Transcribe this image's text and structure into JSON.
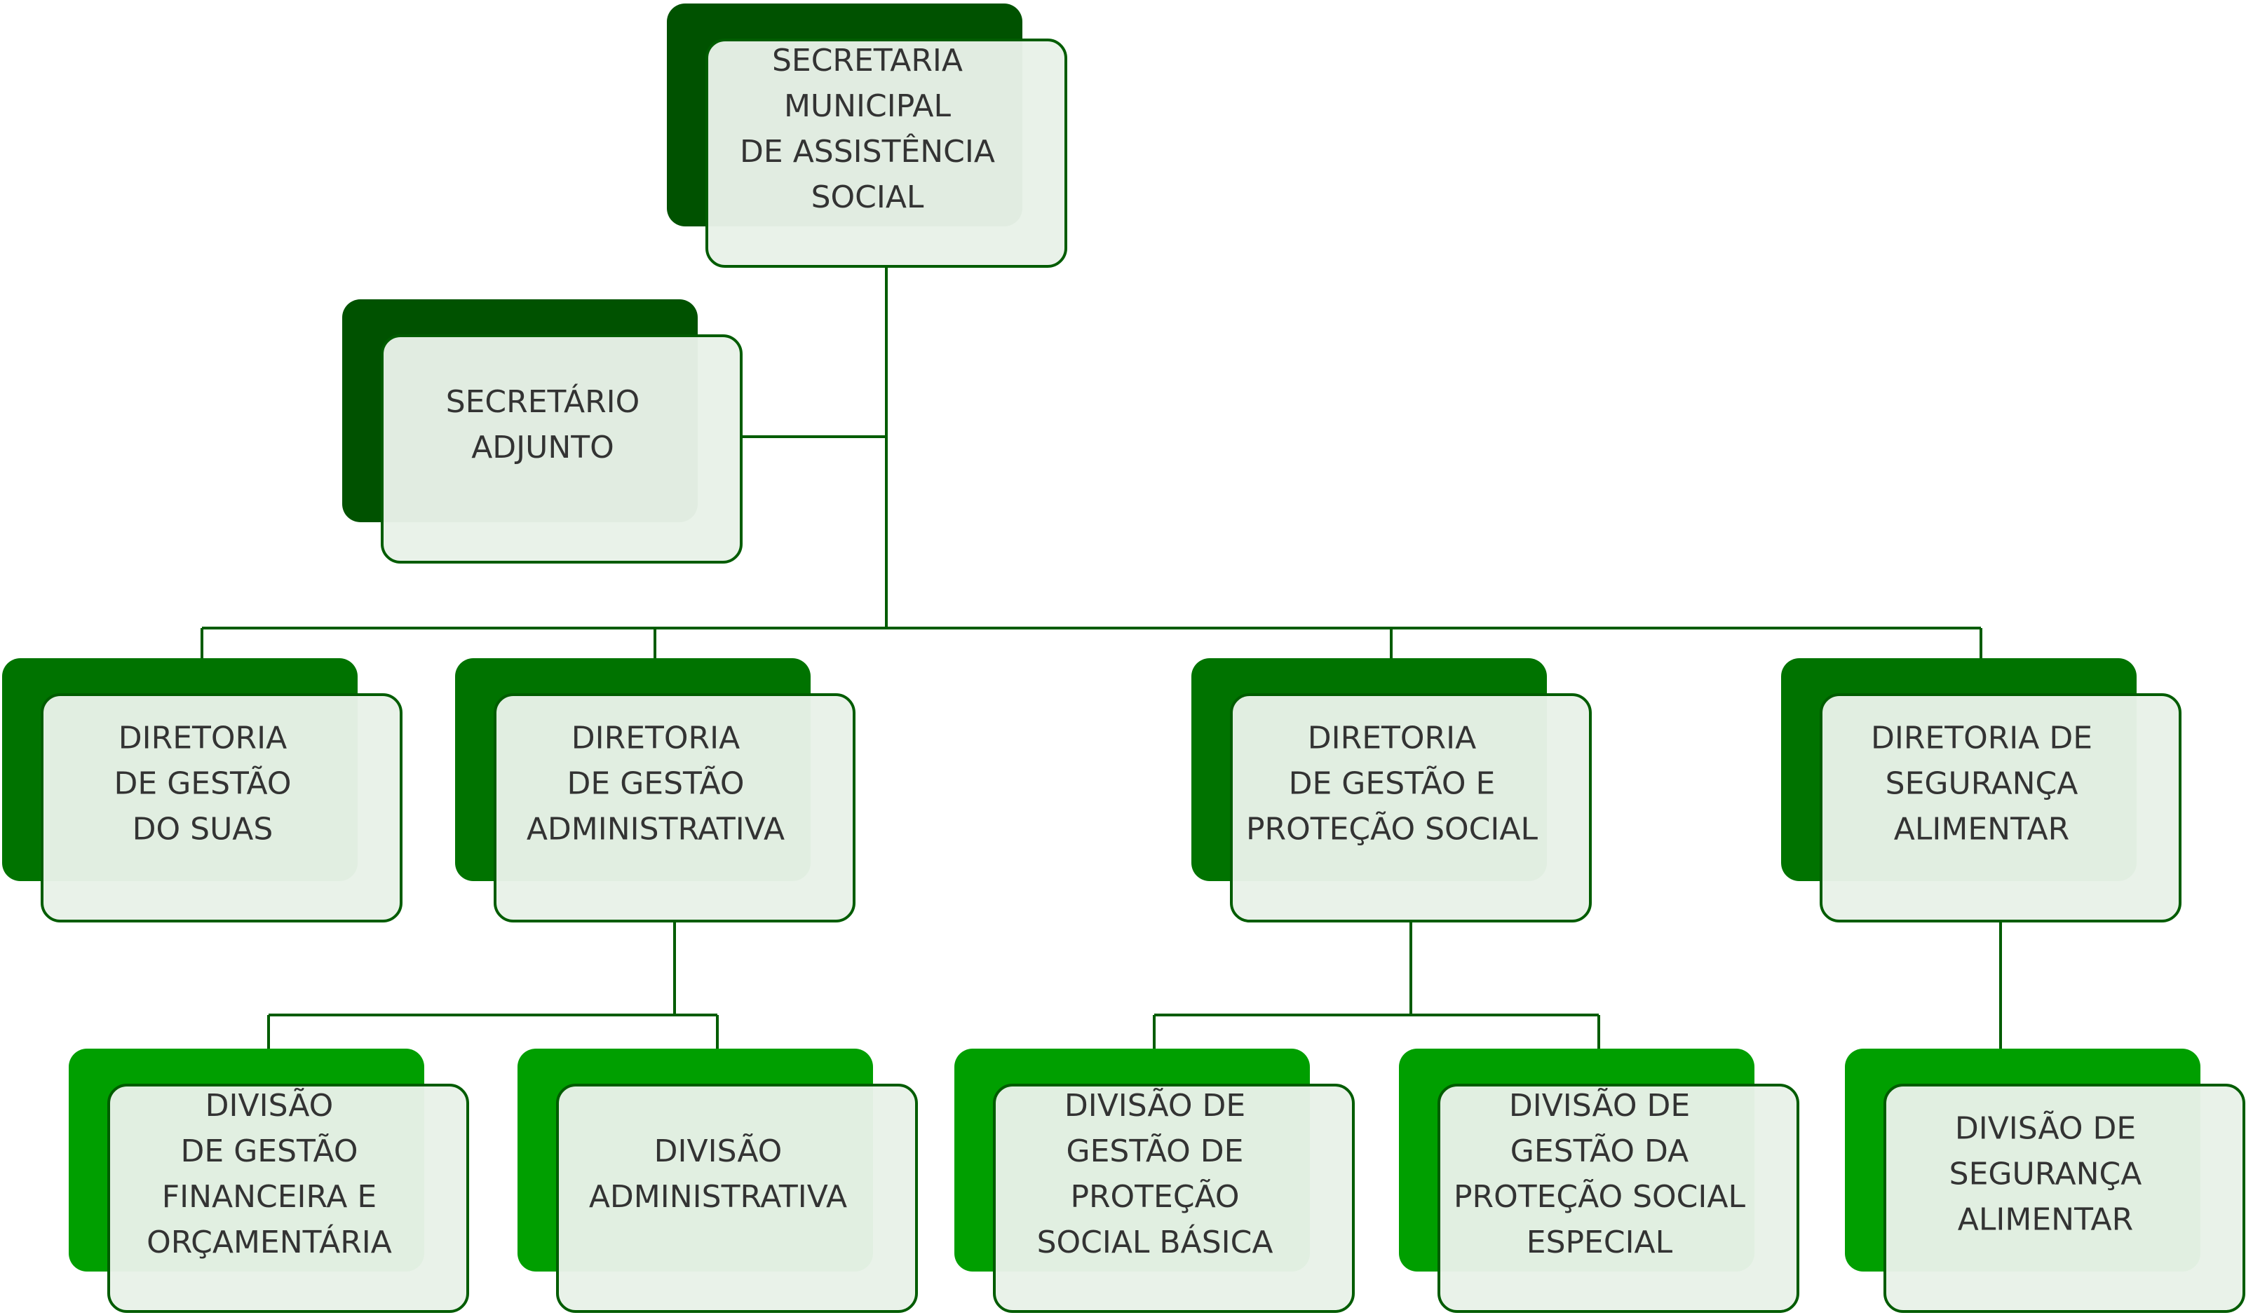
{
  "colors": {
    "level_dark": "#005200",
    "level_mid": "#007300",
    "level_light": "#009F00",
    "card_fill": "#E8F2E8",
    "card_stroke": "#005C00",
    "connector": "#005C00",
    "text": "#333333"
  },
  "nodes": [
    {
      "id": "secretaria",
      "lines": [
        "SECRETARIA",
        "MUNICIPAL",
        "DE ASSISTÊNCIA",
        "SOCIAL"
      ]
    },
    {
      "id": "secretario-adjunto",
      "lines": [
        "SECRETÁRIO",
        "ADJUNTO"
      ]
    },
    {
      "id": "diretoria-gestao-suas",
      "lines": [
        "DIRETORIA",
        "DE GESTÃO",
        "DO SUAS"
      ]
    },
    {
      "id": "diretoria-gestao-administrativa",
      "lines": [
        "DIRETORIA",
        "DE GESTÃO",
        "ADMINISTRATIVA"
      ]
    },
    {
      "id": "diretoria-gestao-protecao-social",
      "lines": [
        "DIRETORIA",
        "DE GESTÃO E",
        "PROTEÇÃO SOCIAL"
      ]
    },
    {
      "id": "diretoria-seguranca-alimentar",
      "lines": [
        "DIRETORIA DE",
        "SEGURANÇA",
        "ALIMENTAR"
      ]
    },
    {
      "id": "divisao-gestao-financeira",
      "lines": [
        "DIVISÃO",
        "DE GESTÃO",
        "FINANCEIRA E",
        "ORÇAMENTÁRIA"
      ]
    },
    {
      "id": "divisao-administrativa",
      "lines": [
        "DIVISÃO",
        "ADMINISTRATIVA"
      ]
    },
    {
      "id": "divisao-protecao-social-basica",
      "lines": [
        "DIVISÃO DE",
        "GESTÃO DE",
        "PROTEÇÃO",
        "SOCIAL BÁSICA"
      ]
    },
    {
      "id": "divisao-protecao-social-especial",
      "lines": [
        "DIVISÃO DE",
        "GESTÃO DA",
        "PROTEÇÃO SOCIAL",
        "ESPECIAL"
      ]
    },
    {
      "id": "divisao-seguranca-alimentar",
      "lines": [
        "DIVISÃO DE",
        "SEGURANÇA",
        "ALIMENTAR"
      ]
    }
  ],
  "edges": [
    {
      "from": "secretaria",
      "to": "secretario-adjunto"
    },
    {
      "from": "secretaria",
      "to": "diretoria-gestao-suas"
    },
    {
      "from": "secretaria",
      "to": "diretoria-gestao-administrativa"
    },
    {
      "from": "secretaria",
      "to": "diretoria-gestao-protecao-social"
    },
    {
      "from": "secretaria",
      "to": "diretoria-seguranca-alimentar"
    },
    {
      "from": "diretoria-gestao-administrativa",
      "to": "divisao-gestao-financeira"
    },
    {
      "from": "diretoria-gestao-administrativa",
      "to": "divisao-administrativa"
    },
    {
      "from": "diretoria-gestao-protecao-social",
      "to": "divisao-protecao-social-basica"
    },
    {
      "from": "diretoria-gestao-protecao-social",
      "to": "divisao-protecao-social-especial"
    },
    {
      "from": "diretoria-seguranca-alimentar",
      "to": "divisao-seguranca-alimentar"
    }
  ]
}
